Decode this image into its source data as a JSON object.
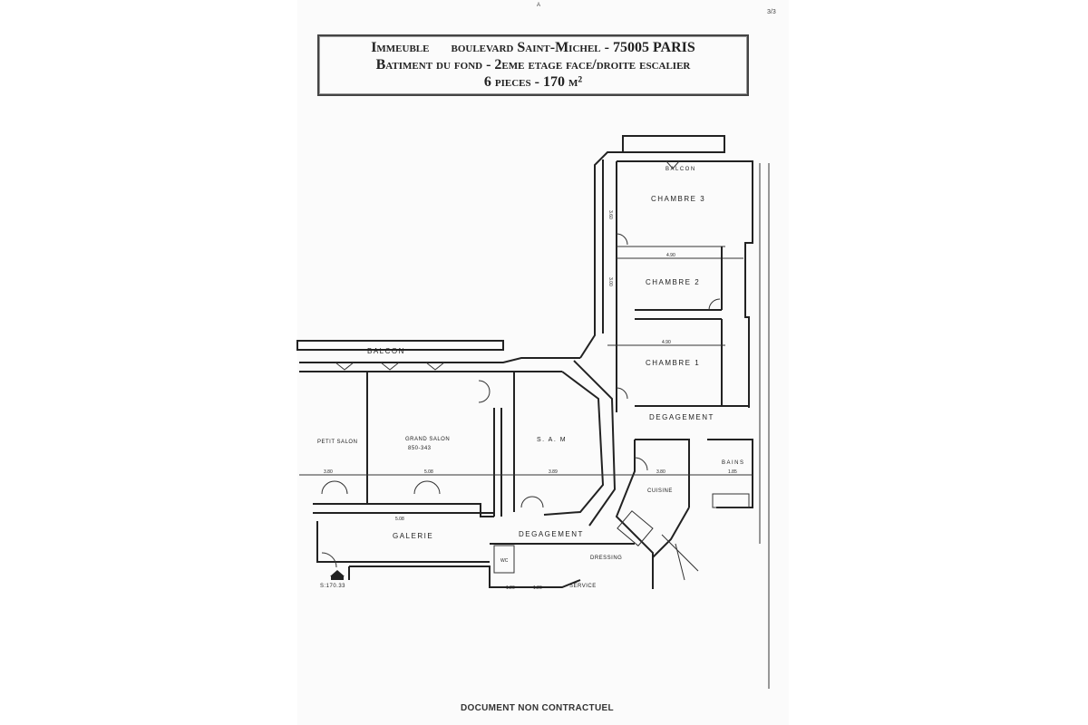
{
  "header": {
    "page_number": "3/3",
    "top_mark": "A",
    "line1_left": "Immeuble",
    "line1_right": "boulevard Saint-Michel - 75005 PARIS",
    "line2": "Batiment du fond - 2eme etage face/droite escalier",
    "line3": "6 pieces - 170 m²"
  },
  "rooms": {
    "balcon_top": "BALCON",
    "chambre3": "CHAMBRE 3",
    "chambre2": "CHAMBRE 2",
    "chambre1": "CHAMBRE 1",
    "degagement_right": "DEGAGEMENT",
    "balcon_left": "BALCON",
    "petit_salon": "PETIT SALON",
    "grand_salon": "GRAND SALON",
    "grand_salon_sub": "850-343",
    "sam": "S. A. M",
    "cuisine": "CUISINE",
    "bains": "BAINS",
    "galerie": "GALERIE",
    "degagement_bottom": "DEGAGEMENT",
    "dressing": "DRESSING",
    "service": "SERVICE",
    "surface": "S:170.33",
    "wc": "WC"
  },
  "dimensions": {
    "petit_salon_w": "3.80",
    "grand_salon_w": "5.08",
    "sam_w": "3.89",
    "galerie_w": "5.08",
    "chambre3_w": "4.90",
    "chambre1_w": "4.90",
    "cuisine_w": "3.80",
    "bains_w": "1.85",
    "service_a": "1.20",
    "service_b": "1.20",
    "chambre_h": "3.60",
    "chambre2_h": "3.00"
  },
  "footer": "DOCUMENT NON CONTRACTUEL"
}
